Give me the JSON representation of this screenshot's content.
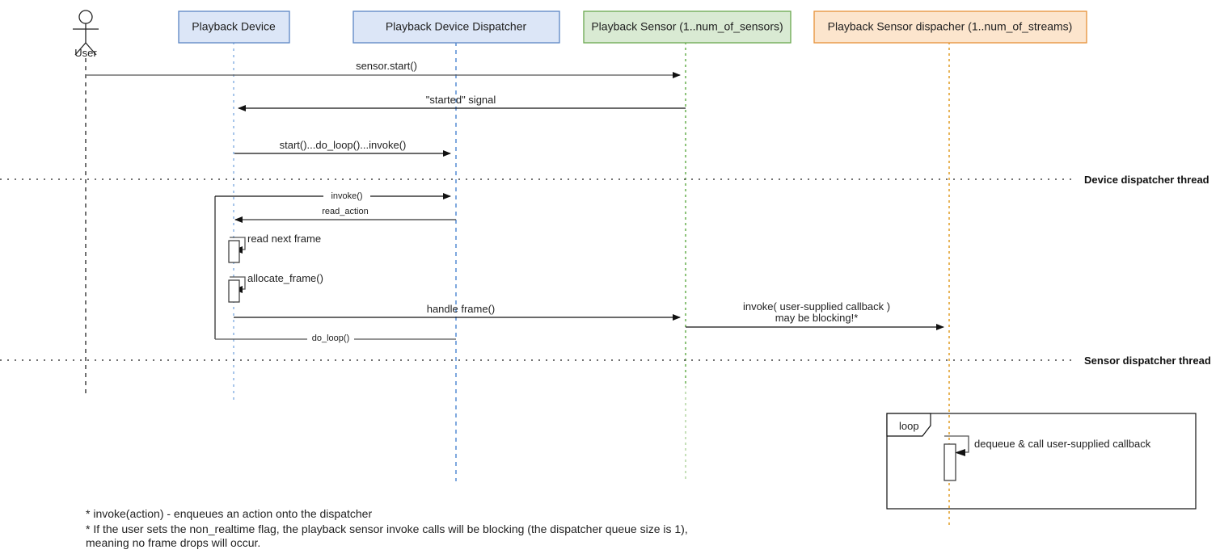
{
  "diagram": {
    "title": "Playback sensor sequence diagram",
    "actor": {
      "name": "User",
      "icon": "actor-stick-figure"
    },
    "participants": [
      {
        "id": "device",
        "label": "Playback Device",
        "fill": "#dce6f7",
        "stroke": "#5b85c4",
        "lifeline_color": "#9fc0e8"
      },
      {
        "id": "device_disp",
        "label": "Playback Device Dispatcher",
        "fill": "#dce6f7",
        "stroke": "#5b85c4",
        "lifeline_color": "#6b9bd8"
      },
      {
        "id": "sensor",
        "label": "Playback Sensor (1..num_of_sensors)",
        "fill": "#d9ead3",
        "stroke": "#6aa84f",
        "lifeline_color": "#8dc37a"
      },
      {
        "id": "sensor_disp",
        "label": "Playback Sensor dispacher (1..num_of_streams)",
        "fill": "#fce5cd",
        "stroke": "#e69138",
        "lifeline_color": "#e8b55a"
      }
    ],
    "messages": [
      {
        "id": "m1",
        "label": "sensor.start()",
        "from": "user",
        "to": "sensor"
      },
      {
        "id": "m2",
        "label": "\"started\" signal",
        "from": "sensor",
        "to": "user"
      },
      {
        "id": "m3",
        "label": "start()...do_loop()...invoke()",
        "from": "device",
        "to": "device_disp"
      },
      {
        "id": "m4",
        "label": "invoke()",
        "from": "loop",
        "to": "device_disp"
      },
      {
        "id": "m5",
        "label": "read_action",
        "from": "device_disp",
        "to": "device"
      },
      {
        "id": "m6",
        "label": "read next frame",
        "from": "device",
        "to": "device"
      },
      {
        "id": "m7",
        "label": "allocate_frame()",
        "from": "device",
        "to": "device"
      },
      {
        "id": "m8",
        "label": "handle frame()",
        "from": "device",
        "to": "sensor"
      },
      {
        "id": "m9",
        "label_line1": "invoke( user-supplied callback )",
        "label_line2": "may be blocking!*",
        "from": "sensor",
        "to": "sensor_disp"
      },
      {
        "id": "m10",
        "label": "do_loop()",
        "from": "device_disp",
        "to": "loop"
      }
    ],
    "thread_dividers": [
      {
        "id": "t1",
        "label": "Device dispatcher thread"
      },
      {
        "id": "t2",
        "label": "Sensor dispatcher thread"
      }
    ],
    "loop_fragment": {
      "operator": "loop",
      "message": "dequeue & call user-supplied callback"
    },
    "footnotes": [
      "* invoke(action) - enqueues an action onto the dispatcher",
      "* If the user sets the non_realtime flag, the playback sensor invoke calls will be blocking (the dispatcher queue size is 1),",
      "  meaning no frame drops will occur."
    ]
  }
}
